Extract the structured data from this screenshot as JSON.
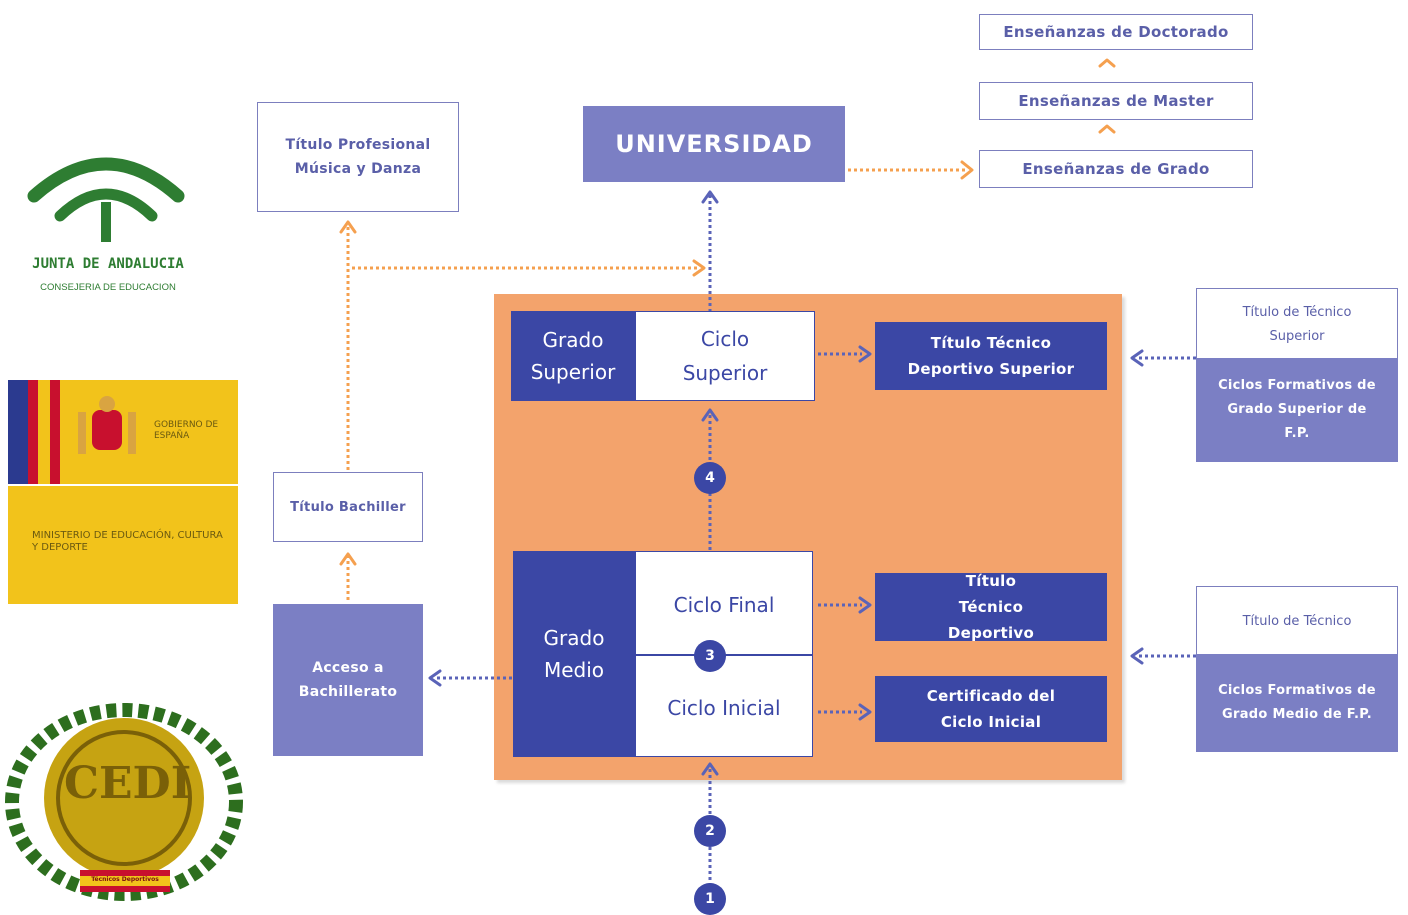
{
  "logos": {
    "junta": {
      "name": "JUNTA DE ANDALUCIA",
      "sub": "CONSEJERIA DE EDUCACION",
      "color": "#2e7d32"
    },
    "ministerio": {
      "gobierno": "GOBIERNO DE ESPAÑA",
      "ministerio": "MINISTERIO DE EDUCACIÓN, CULTURA Y DEPORTE",
      "color": "#f2c31b"
    },
    "cedi": {
      "letters": "CEDI",
      "banner": "Técnicos Deportivos",
      "color": "#c6a312"
    }
  },
  "colors": {
    "orange_region": "#f3a36c",
    "navy": "#3b47a5",
    "lavender": "#7b7fc4",
    "orange_arrow": "#f5a04f",
    "blue_arrow": "#5a63b8"
  },
  "boxes": {
    "doctorado": "Enseñanzas de Doctorado",
    "master": "Enseñanzas de Master",
    "grado": "Enseñanzas de Grado",
    "universidad": "UNIVERSIDAD",
    "titulo_profesional": "Título Profesional Música y Danza",
    "titulo_bachiller": "Título Bachiller",
    "acceso_bachillerato": "Acceso a Bachillerato",
    "grado_superior": "Grado Superior",
    "ciclo_superior": "Ciclo Superior",
    "grado_medio": "Grado Medio",
    "ciclo_final": "Ciclo Final",
    "ciclo_inicial": "Ciclo Inicial",
    "titulo_tecnico_deportivo_superior": "Título Técnico Deportivo Superior",
    "titulo_tecnico_deportivo": "Título Técnico Deportivo",
    "certificado_ciclo_inicial": "Certificado del Ciclo Inicial",
    "titulo_tecnico_superior": "Título de Técnico Superior",
    "ciclos_grado_superior": "Ciclos Formativos de Grado Superior de F.P.",
    "titulo_tecnico": "Título de Técnico",
    "ciclos_grado_medio": "Ciclos Formativos de Grado Medio de F.P."
  },
  "steps": [
    "1",
    "2",
    "3",
    "4"
  ]
}
